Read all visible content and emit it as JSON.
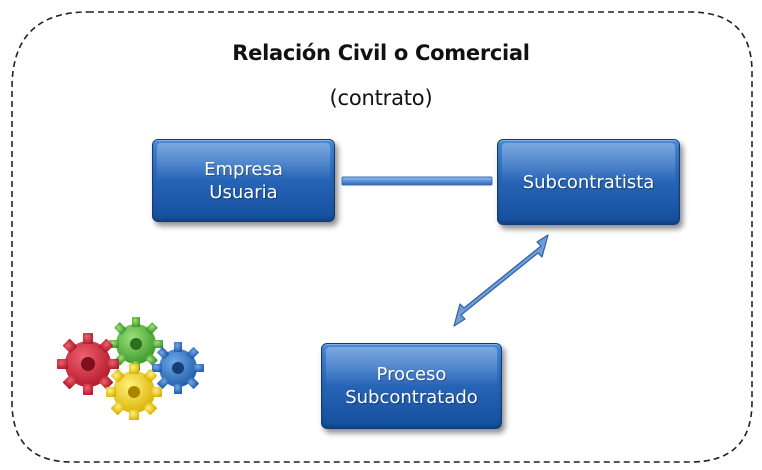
{
  "diagram": {
    "title": "Relación Civil o Comercial",
    "subtitle": "(contrato)",
    "nodes": {
      "empresa": "Empresa\nUsuaria",
      "subcontratista": "Subcontratista",
      "proceso": "Proceso\nSubcontratado"
    },
    "icon": "gears-icon",
    "colors": {
      "node_fill": "#2866b8",
      "connector": "#4a86cf",
      "gear_red": "#d62a3a",
      "gear_green": "#4fb33a",
      "gear_blue": "#2f78c8",
      "gear_yellow": "#f2d22a"
    }
  }
}
